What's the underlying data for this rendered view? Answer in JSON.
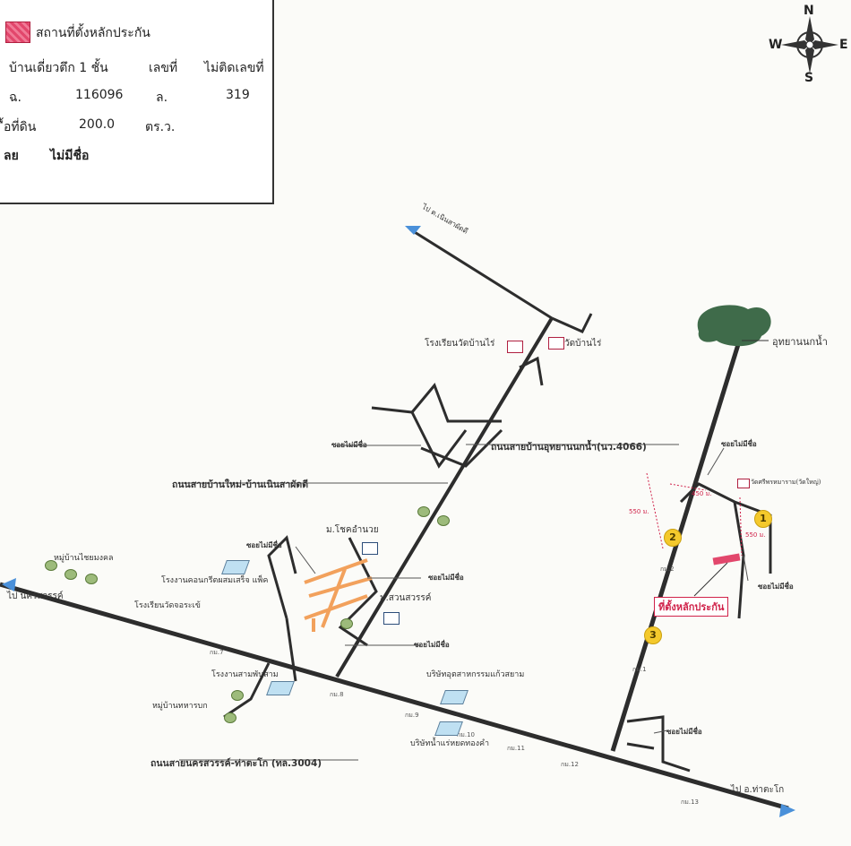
{
  "legend": {
    "title": "สถานที่ตั้งหลักประกัน",
    "row1": [
      "บ้านเดี่ยวตึก 1 ชั้น",
      "เลขที่",
      "ไม่ติดเลขที่"
    ],
    "row2": [
      "ฉ.",
      "116096",
      "ล.",
      "319"
    ],
    "row3": [
      "ื้อที่ดิน",
      "200.0",
      "ตร.ว."
    ],
    "row4": [
      "ลย",
      "ไม่มีชื่อ"
    ]
  },
  "compass": {
    "n": "N",
    "s": "S",
    "e": "E",
    "w": "W"
  },
  "labels": {
    "bird_park": "อุทยานนกน้ำ",
    "road_uthayan": "ถนนสายบ้านอุทยานนกน้ำ(นว.4066)",
    "road_banmai": "ถนนสายบ้านใหม่-บ้านเนินสาผัดดี",
    "road_main": "ถนนสายนครสวรรค์-ท่าตะโก (ทล.3004)",
    "to_nakhon": "ไป นครสวรรค์",
    "to_thatako": "ไป อ.ท่าตะโก",
    "to_noen": "ไป ต.เนินสาผัดดี",
    "school_ban_rai": "โรงเรียนวัดบ้านไร่",
    "wat_ban_rai": "วัดบ้านไร่",
    "wat_sri": "วัดศรีพรหมาราม(วัดใหญ่)",
    "soi1": "ซอยไม่มีชื่อ",
    "soi2": "ซอยไม่มีชื่อ",
    "soi3": "ซอยไม่มีชื่อ",
    "soi4": "ซอยไม่มีชื่อ",
    "soi5": "ซอยไม่มีชื่อ",
    "soi6": "ซอยไม่มีชื่อ",
    "soi7": "ซอยไม่มีชื่อ",
    "mu_chokamnuai": "ม.โชคอำนวย",
    "mu_suanswan": "ม.สวนสวรรค์",
    "factory_concrete": "โรงงานคอนกรีตผสมเสร็จ แพ็ค",
    "school_chorakhe": "โรงเรียนวัดจอระเข้",
    "village_chaimongkol": "หมู่บ้านไชยมงคล",
    "village_soldier": "หมู่บ้านทหารบก",
    "factory_phan": "โรงงานสามพันสาม",
    "company_glass": "บริษัทอุตสาหกรรมแก้วสยาม",
    "company_water": "บริษัทน้ำแร่หยดทองคำ",
    "dist_550a": "550 ม.",
    "dist_450": "450 ม.",
    "dist_550b": "550 ม.",
    "collateral": "ที่ตั้งหลักประกัน",
    "km1": "กม.1",
    "km2": "กม.2",
    "km8": "กม.8",
    "km9": "กม.9",
    "km10": "กม.10",
    "km11": "กม.11",
    "km12": "กม.12",
    "km13": "กม.13",
    "km7": "กม.7"
  },
  "markers": [
    "1",
    "2",
    "3"
  ],
  "colors": {
    "road": "#2d2d2d",
    "accent": "#d0224a",
    "park": "#3f6b4a",
    "marker": "#f4c92c"
  }
}
